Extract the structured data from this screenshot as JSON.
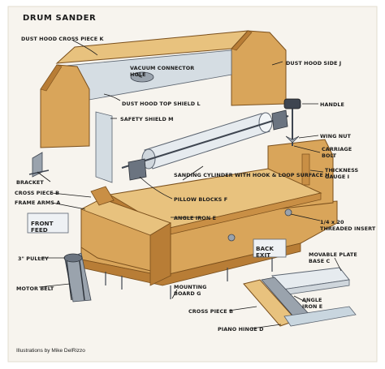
{
  "title": "DRUM SANDER",
  "credit": "Illustrations by Mike DelRizzo",
  "colors": {
    "background": "#f7f4ee",
    "wood_light": "#e8c27e",
    "wood_mid": "#d9a55a",
    "wood_dark": "#b87d36",
    "metal": "#9aa3ad",
    "metal_dark": "#5b6470",
    "plastic_shield": "#c9d6df"
  },
  "labels": {
    "dust_hood_cross_piece": "DUST HOOD CROSS PIECE K",
    "vacuum_connector_hole": "VACUUM CONNECTOR HOLE",
    "dust_hood_side": "DUST HOOD SIDE J",
    "dust_hood_top_shield": "DUST HOOD TOP SHIELD L",
    "safety_shield": "SAFETY SHIELD M",
    "handle": "HANDLE",
    "wing_nut": "WING NUT",
    "carriage_bolt": "CARRIAGE BOLT",
    "thickness_gauge": "THICKNESS GAUGE I",
    "bracket": "BRACKET",
    "sanding_cylinder": "SANDING CYLINDER WITH HOOK & LOOP SURFACE H",
    "cross_piece_b": "CROSS PIECE B",
    "frame_arms": "FRAME ARMS A",
    "pillow_blocks": "PILLOW BLOCKS F",
    "front_feed": "FRONT FEED",
    "angle_iron": "ANGLE IRON E",
    "threaded_insert": "1/4 x 20 THREADED INSERT",
    "back_exit": "BACK EXIT",
    "pulley": "3\" PULLEY",
    "movable_plate_base": "MOVABLE PLATE BASE C",
    "mounting_board": "MOUNTING BOARD G",
    "motor_belt": "MOTOR BELT",
    "angle_iron_e2": "ANGLE IRON E",
    "cross_piece_b2": "CROSS PIECE B",
    "piano_hinge": "PIANO HINGE D"
  }
}
